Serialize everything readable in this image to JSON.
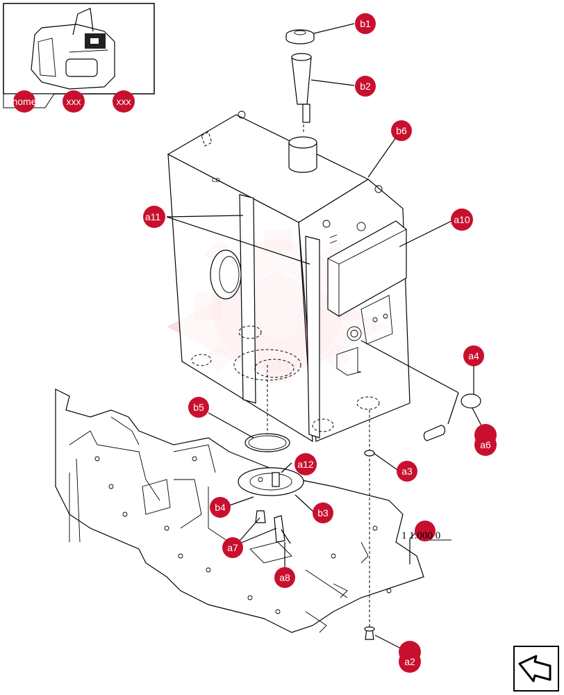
{
  "colors": {
    "callout_fill": "#c8102e",
    "watermark": "#f25a5a",
    "line": "#000000"
  },
  "nav": {
    "home_label": "home",
    "prev_label": "xxx",
    "next_label": "xxx",
    "back_icon": "return-arrow-icon"
  },
  "reference": {
    "label": "1 1.000 0"
  },
  "callouts": {
    "b1": "b1",
    "b2": "b2",
    "b3": "b3",
    "b4": "b4",
    "b5": "b5",
    "b6": "b6",
    "a2": "a2",
    "a3": "a3",
    "a4": "a4",
    "a6": "a6",
    "a7": "a7",
    "a8": "a8",
    "a10": "a10",
    "a11": "a11",
    "a12": "a12"
  }
}
